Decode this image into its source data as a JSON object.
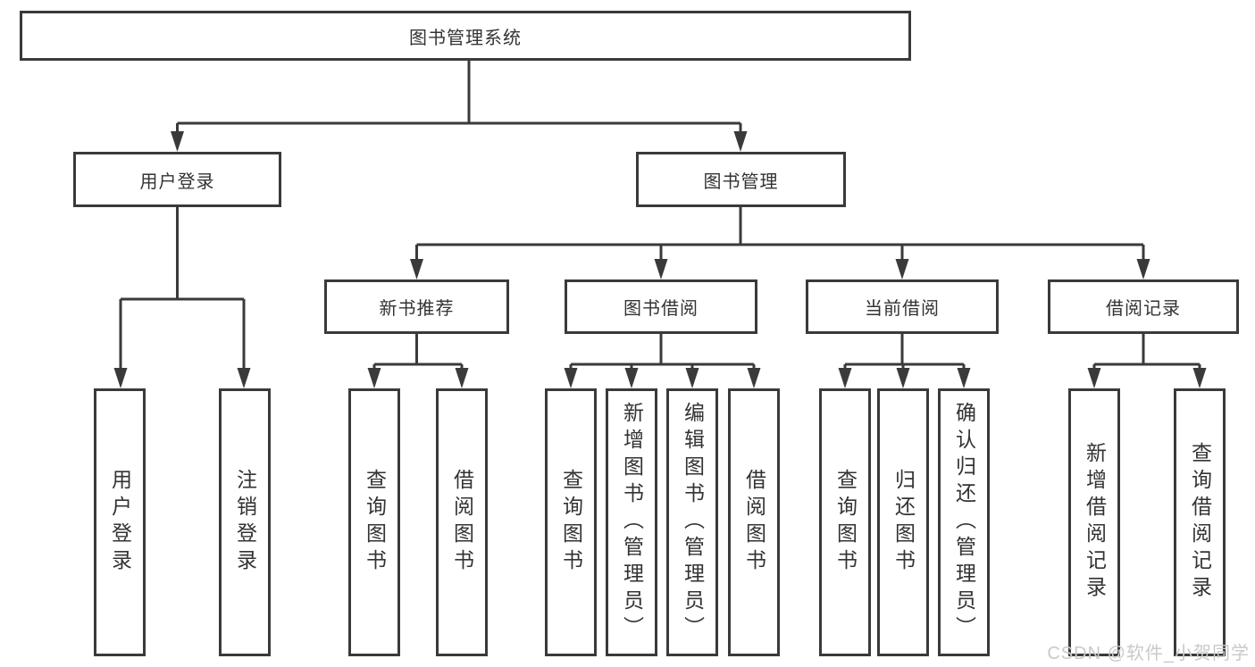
{
  "colors": {
    "line": "#3a3a3a",
    "border": "#3a3a3a",
    "text": "#333333",
    "watermark": "#c9c9c9",
    "background": "#ffffff"
  },
  "tree": {
    "root": {
      "label": "图书管理系统",
      "children": [
        {
          "label": "用户登录",
          "children": [
            {
              "label": "用户登录"
            },
            {
              "label": "注销登录"
            }
          ]
        },
        {
          "label": "图书管理",
          "children": [
            {
              "label": "新书推荐",
              "children": [
                {
                  "label": "查询图书"
                },
                {
                  "label": "借阅图书"
                }
              ]
            },
            {
              "label": "图书借阅",
              "children": [
                {
                  "label": "查询图书"
                },
                {
                  "label": "新增图书（管理员）"
                },
                {
                  "label": "编辑图书（管理员）"
                },
                {
                  "label": "借阅图书"
                }
              ]
            },
            {
              "label": "当前借阅",
              "children": [
                {
                  "label": "查询图书"
                },
                {
                  "label": "归还图书"
                },
                {
                  "label": "确认归还（管理员）"
                }
              ]
            },
            {
              "label": "借阅记录",
              "children": [
                {
                  "label": "新增借阅记录"
                },
                {
                  "label": "查询借阅记录"
                }
              ]
            }
          ]
        }
      ]
    }
  },
  "watermark": {
    "text": "CSDN @软件_小贺同学"
  }
}
